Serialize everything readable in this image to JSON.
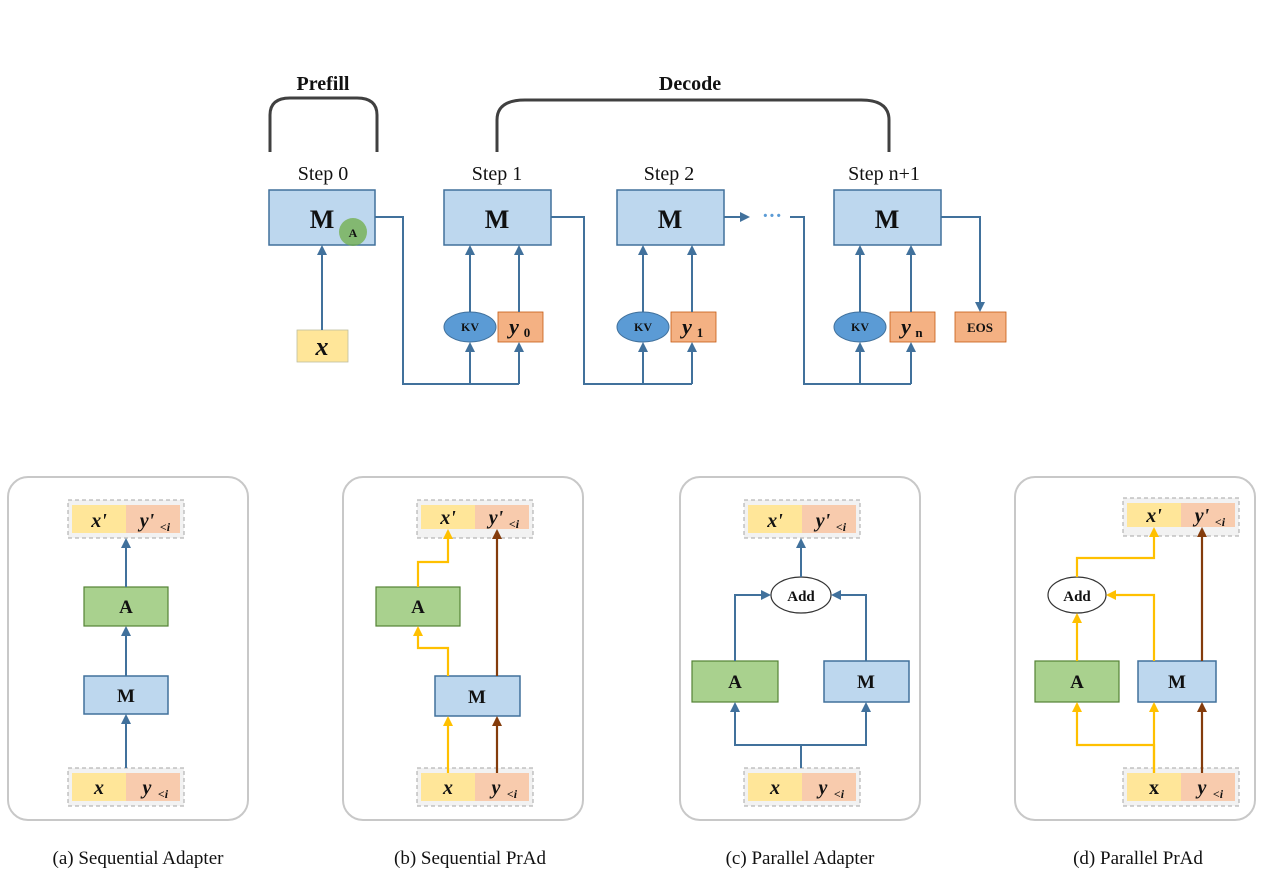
{
  "top": {
    "prefill_label": "Prefill",
    "decode_label": "Decode",
    "steps": [
      {
        "label": "Step 0",
        "model": "M",
        "adapter": "A"
      },
      {
        "label": "Step 1",
        "model": "M",
        "kv": "KV",
        "token": "y",
        "token_sub": "0"
      },
      {
        "label": "Step 2",
        "model": "M",
        "kv": "KV",
        "token": "y",
        "token_sub": "1"
      },
      {
        "label": "Step n+1",
        "model": "M",
        "kv": "KV",
        "token": "y",
        "token_sub": "n"
      }
    ],
    "input_x": "x",
    "ellipsis": "···",
    "eos": "EOS"
  },
  "panels": [
    {
      "caption": "(a) Sequential Adapter",
      "adapter": "A",
      "model": "M",
      "in_x": "x",
      "in_y": "y",
      "in_sub": "<i",
      "out_x": "x'",
      "out_y": "y'",
      "out_sub": "<i"
    },
    {
      "caption": "(b) Sequential PrAd",
      "adapter": "A",
      "model": "M",
      "in_x": "x",
      "in_y": "y",
      "in_sub": "<i",
      "out_x": "x'",
      "out_y": "y'",
      "out_sub": "<i"
    },
    {
      "caption": "(c) Parallel Adapter",
      "adapter": "A",
      "model": "M",
      "add": "Add",
      "in_x": "x",
      "in_y": "y",
      "in_sub": "<i",
      "out_x": "x'",
      "out_y": "y'",
      "out_sub": "<i"
    },
    {
      "caption": "(d) Parallel PrAd",
      "adapter": "A",
      "model": "M",
      "add": "Add",
      "in_x": "x",
      "in_y": "y",
      "in_sub": "<i",
      "out_x": "x'",
      "out_y": "y'",
      "out_sub": "<i"
    }
  ],
  "colors": {
    "model_fill": "#bdd7ee",
    "adapter_fill": "#a9d18e",
    "input_fill": "#ffe699",
    "token_fill": "#f4b183",
    "kv_fill": "#5b9bd5",
    "wire_blue": "#41719c",
    "wire_yellow": "#ffc000",
    "wire_brown": "#843c0c"
  }
}
